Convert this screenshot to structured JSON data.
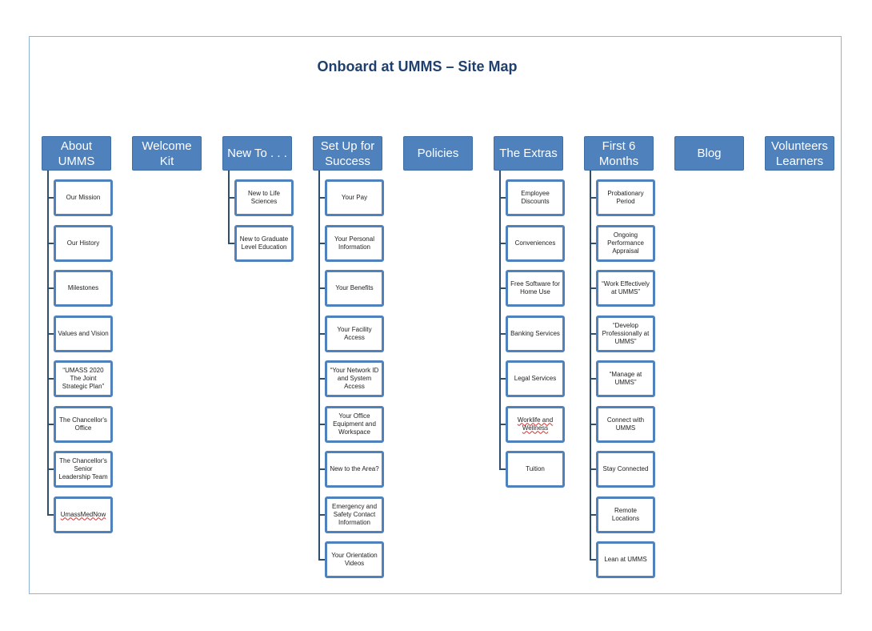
{
  "title": "Onboard at UMMS – Site Map",
  "columns": [
    {
      "label": "About\nUMMS",
      "children": [
        {
          "label": "Our Mission"
        },
        {
          "label": "Our History"
        },
        {
          "label": "Milestones"
        },
        {
          "label": "Values and Vision"
        },
        {
          "label": "“UMASS 2020 The Joint Strategic Plan”"
        },
        {
          "label": "The Chancellor's Office"
        },
        {
          "label": "The Chancellor's Senior Leadership Team"
        },
        {
          "label": "UmassMedNow",
          "spell_flag": true
        }
      ]
    },
    {
      "label": "Welcome\nKit",
      "children": []
    },
    {
      "label": "New To . . .",
      "children": [
        {
          "label": "New to Life Sciences"
        },
        {
          "label": "New to Graduate Level Education"
        }
      ]
    },
    {
      "label": "Set Up for\nSuccess",
      "children": [
        {
          "label": "Your Pay"
        },
        {
          "label": "Your Personal Information"
        },
        {
          "label": "Your Benefits"
        },
        {
          "label": "Your Facility Access"
        },
        {
          "label": "“Your Network ID and System Access"
        },
        {
          "label": "Your Office Equipment and Workspace"
        },
        {
          "label": "New to the Area?"
        },
        {
          "label": "Emergency and Safety Contact Information"
        },
        {
          "label": "Your Orientation Videos"
        }
      ]
    },
    {
      "label": "Policies",
      "children": []
    },
    {
      "label": "The Extras",
      "children": [
        {
          "label": "Employee Discounts"
        },
        {
          "label": "Conveniences"
        },
        {
          "label": "Free Software for Home Use"
        },
        {
          "label": "Banking Services"
        },
        {
          "label": "Legal Services"
        },
        {
          "label": "Worklife and Wellness",
          "spell_flag": true
        },
        {
          "label": "Tuition"
        }
      ]
    },
    {
      "label": "First 6\nMonths",
      "children": [
        {
          "label": "Probationary Period"
        },
        {
          "label": "Ongoing Performance Appraisal"
        },
        {
          "label": "“Work Effectively at UMMS”"
        },
        {
          "label": "“Develop Professionally at UMMS”"
        },
        {
          "label": "“Manage at UMMS”"
        },
        {
          "label": "Connect with UMMS"
        },
        {
          "label": "Stay Connected"
        },
        {
          "label": "Remote Locations"
        },
        {
          "label": "Lean at UMMS"
        }
      ]
    },
    {
      "label": "Blog",
      "children": []
    },
    {
      "label": "Volunteers\nLearners",
      "children": []
    }
  ],
  "colors": {
    "node_fill": "#4f81bd",
    "child_border": "#4f81bd",
    "connector": "#2f4f6f",
    "title": "#1f3f6e",
    "frame": "#8fb4d9"
  }
}
